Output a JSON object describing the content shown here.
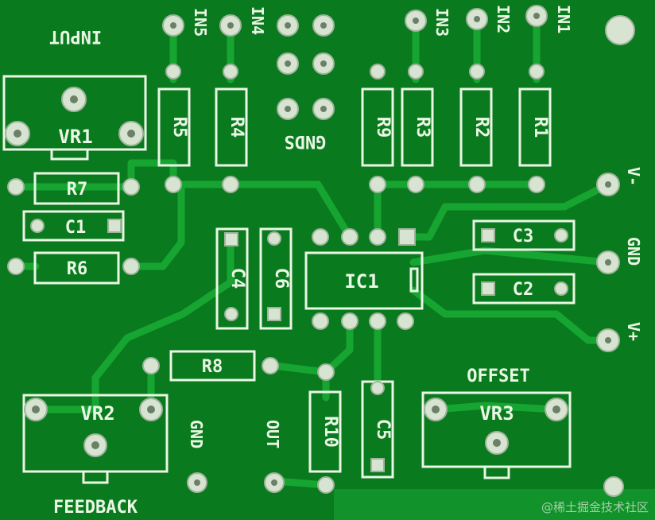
{
  "labels": {
    "input": "INPUT",
    "vr1": "VR1",
    "r5": "R5",
    "r4": "R4",
    "gnds": "GNDS",
    "r9": "R9",
    "r3": "R3",
    "r2": "R2",
    "r1": "R1",
    "in5": "IN5",
    "in4": "IN4",
    "in3": "IN3",
    "in2": "IN2",
    "in1": "IN1",
    "r7": "R7",
    "c1": "C1",
    "r6": "R6",
    "c4": "C4",
    "c6": "C6",
    "ic1": "IC1",
    "c3": "C3",
    "c2": "C2",
    "v_minus": "V-",
    "gnd_right": "GND",
    "v_plus": "V+",
    "r8": "R8",
    "offset": "OFFSET",
    "vr2": "VR2",
    "vr3": "VR3",
    "gnd_bottom": "GND",
    "out": "OUT",
    "r10": "R10",
    "c5": "C5",
    "feedback": "FEEDBACK"
  },
  "watermark": "@稀土掘金技术社区",
  "colors": {
    "board": "#0a7a1e",
    "trace": "#17a531",
    "silkscreen": "#e9f7e4",
    "pad": "#d7e4d2"
  }
}
